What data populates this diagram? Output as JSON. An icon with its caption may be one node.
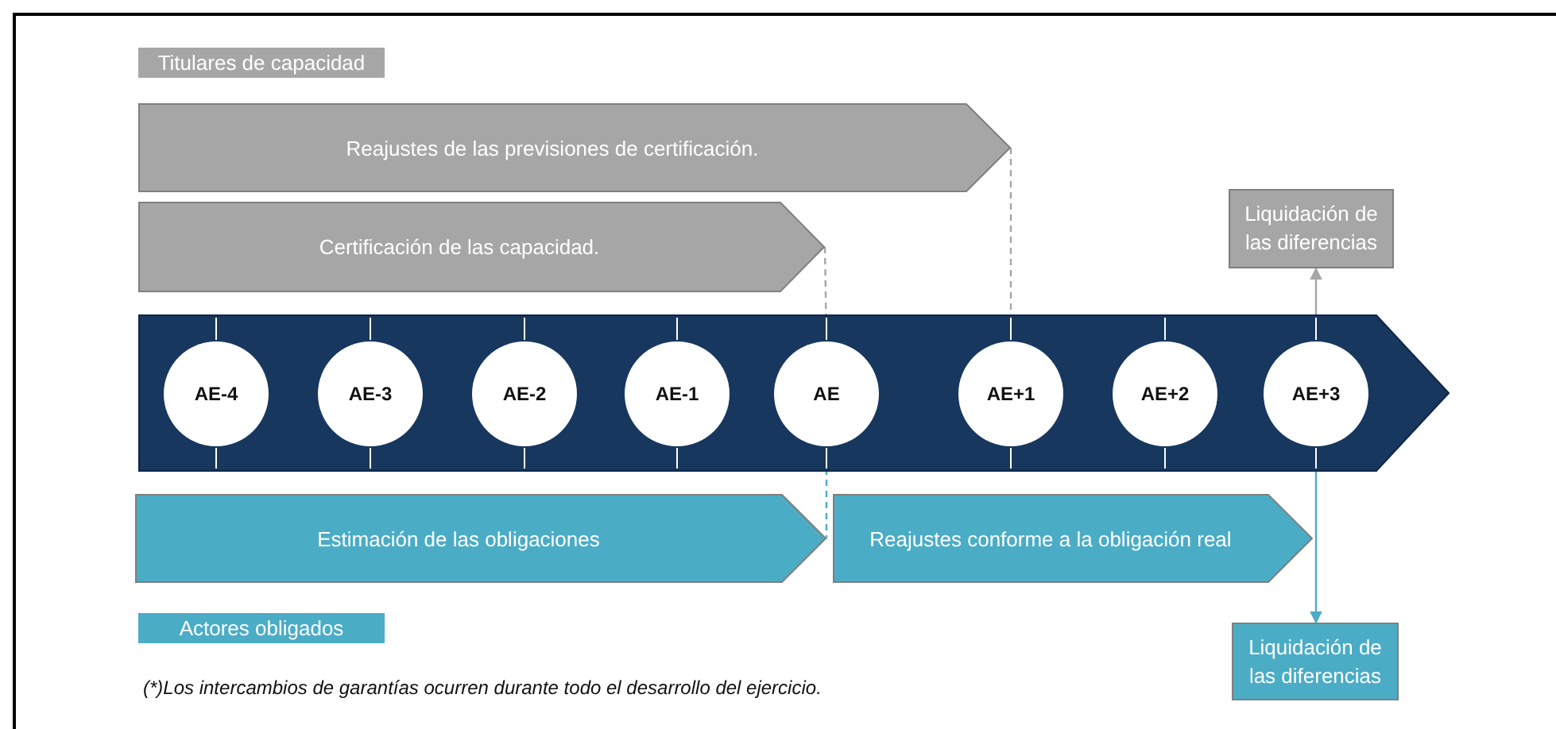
{
  "diagram": {
    "nodes": [
      {
        "text": [
          "Titulares de capacidad"
        ]
      },
      {
        "text": [
          "Reajustes de las previsiones de certificación."
        ]
      },
      {
        "text": [
          "Certificación de las capacidad."
        ]
      },
      {
        "text": [
          "Liquidación de las diferencias"
        ]
      },
      {
        "text": [],
        "shape": "bar"
      },
      {
        "text": [
          "AE-4"
        ],
        "in": 4
      },
      {
        "text": [
          "AE-3"
        ],
        "in": 4
      },
      {
        "text": [
          "AE-2"
        ],
        "in": 4
      },
      {
        "text": [
          "AE-1"
        ],
        "in": 4
      },
      {
        "text": [
          "AE"
        ],
        "in": 4
      },
      {
        "text": [
          "AE+1"
        ],
        "in": 4
      },
      {
        "text": [
          "AE+2"
        ],
        "in": 4
      },
      {
        "text": [
          "AE+3"
        ],
        "in": 4
      },
      {
        "text": [
          "Estimación de las obligaciones"
        ]
      },
      {
        "text": [
          "Reajustes conforme a la obligación real"
        ]
      },
      {
        "text": [
          "Actores obligados"
        ]
      },
      {
        "text": [
          "Liquidación de las diferencias"
        ]
      }
    ],
    "edges": [
      {
        "from": 1,
        "to": 10,
        "arrow": "none",
        "style": "dashed"
      },
      {
        "from": 2,
        "to": 9,
        "arrow": "none",
        "style": "dashed"
      },
      {
        "from": 9,
        "to": 13,
        "arrow": "none",
        "style": "dashed",
        "color": "#4bacc6"
      },
      {
        "from": 12,
        "to": 3,
        "arrow": "to"
      },
      {
        "from": 12,
        "to": 16,
        "arrow": "to",
        "color": "#4bacc6"
      }
    ],
    "labels": [
      "(*)Los intercambios de garantías ocurren durante todo el desarrollo del ejercicio."
    ]
  }
}
